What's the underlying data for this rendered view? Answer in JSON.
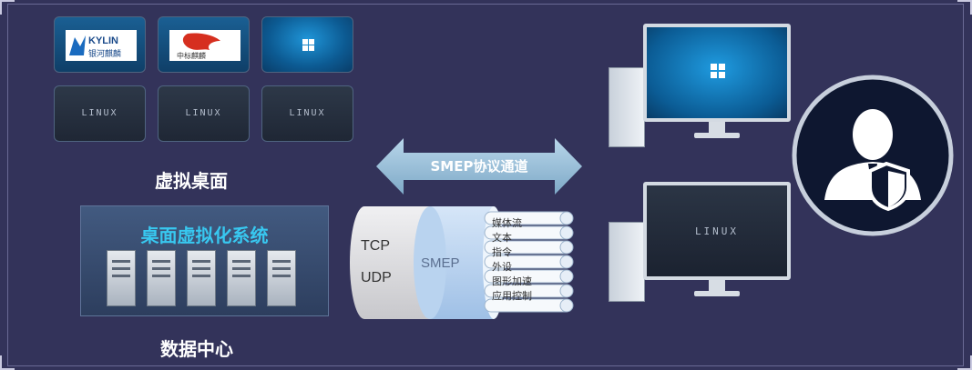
{
  "left": {
    "virtual_desktop_caption": "虚拟桌面",
    "tiles": [
      {
        "kind": "logo",
        "logo": "kylin-logo",
        "logo_text": "KYLIN",
        "logo_sub": "银河麒麟"
      },
      {
        "kind": "logo",
        "logo": "neokylin-logo",
        "logo_sub": "中标麒麟"
      },
      {
        "kind": "os",
        "icon": "windows-icon"
      },
      {
        "kind": "os",
        "label": "LINUX"
      },
      {
        "kind": "os",
        "label": "LINUX"
      },
      {
        "kind": "os",
        "label": "LINUX"
      }
    ]
  },
  "datacenter": {
    "system_title": "桌面虚拟化系统",
    "caption": "数据中心",
    "server_count": 5
  },
  "channel": {
    "arrow_label": "SMEP协议通道",
    "cylinder_left": [
      "TCP",
      "UDP"
    ],
    "cylinder_mid": "SMEP",
    "sub_channels": [
      "媒体流",
      "文本",
      "指令",
      "外设",
      "图形加速",
      "应用控制"
    ]
  },
  "clients": {
    "top_monitor_icon": "windows-icon",
    "bottom_monitor_label": "LINUX",
    "user_icon": "security-user-icon"
  },
  "colors": {
    "background": "#33335a",
    "accent_cyan": "#38c8f0",
    "arrow": "#9ec3dc"
  }
}
